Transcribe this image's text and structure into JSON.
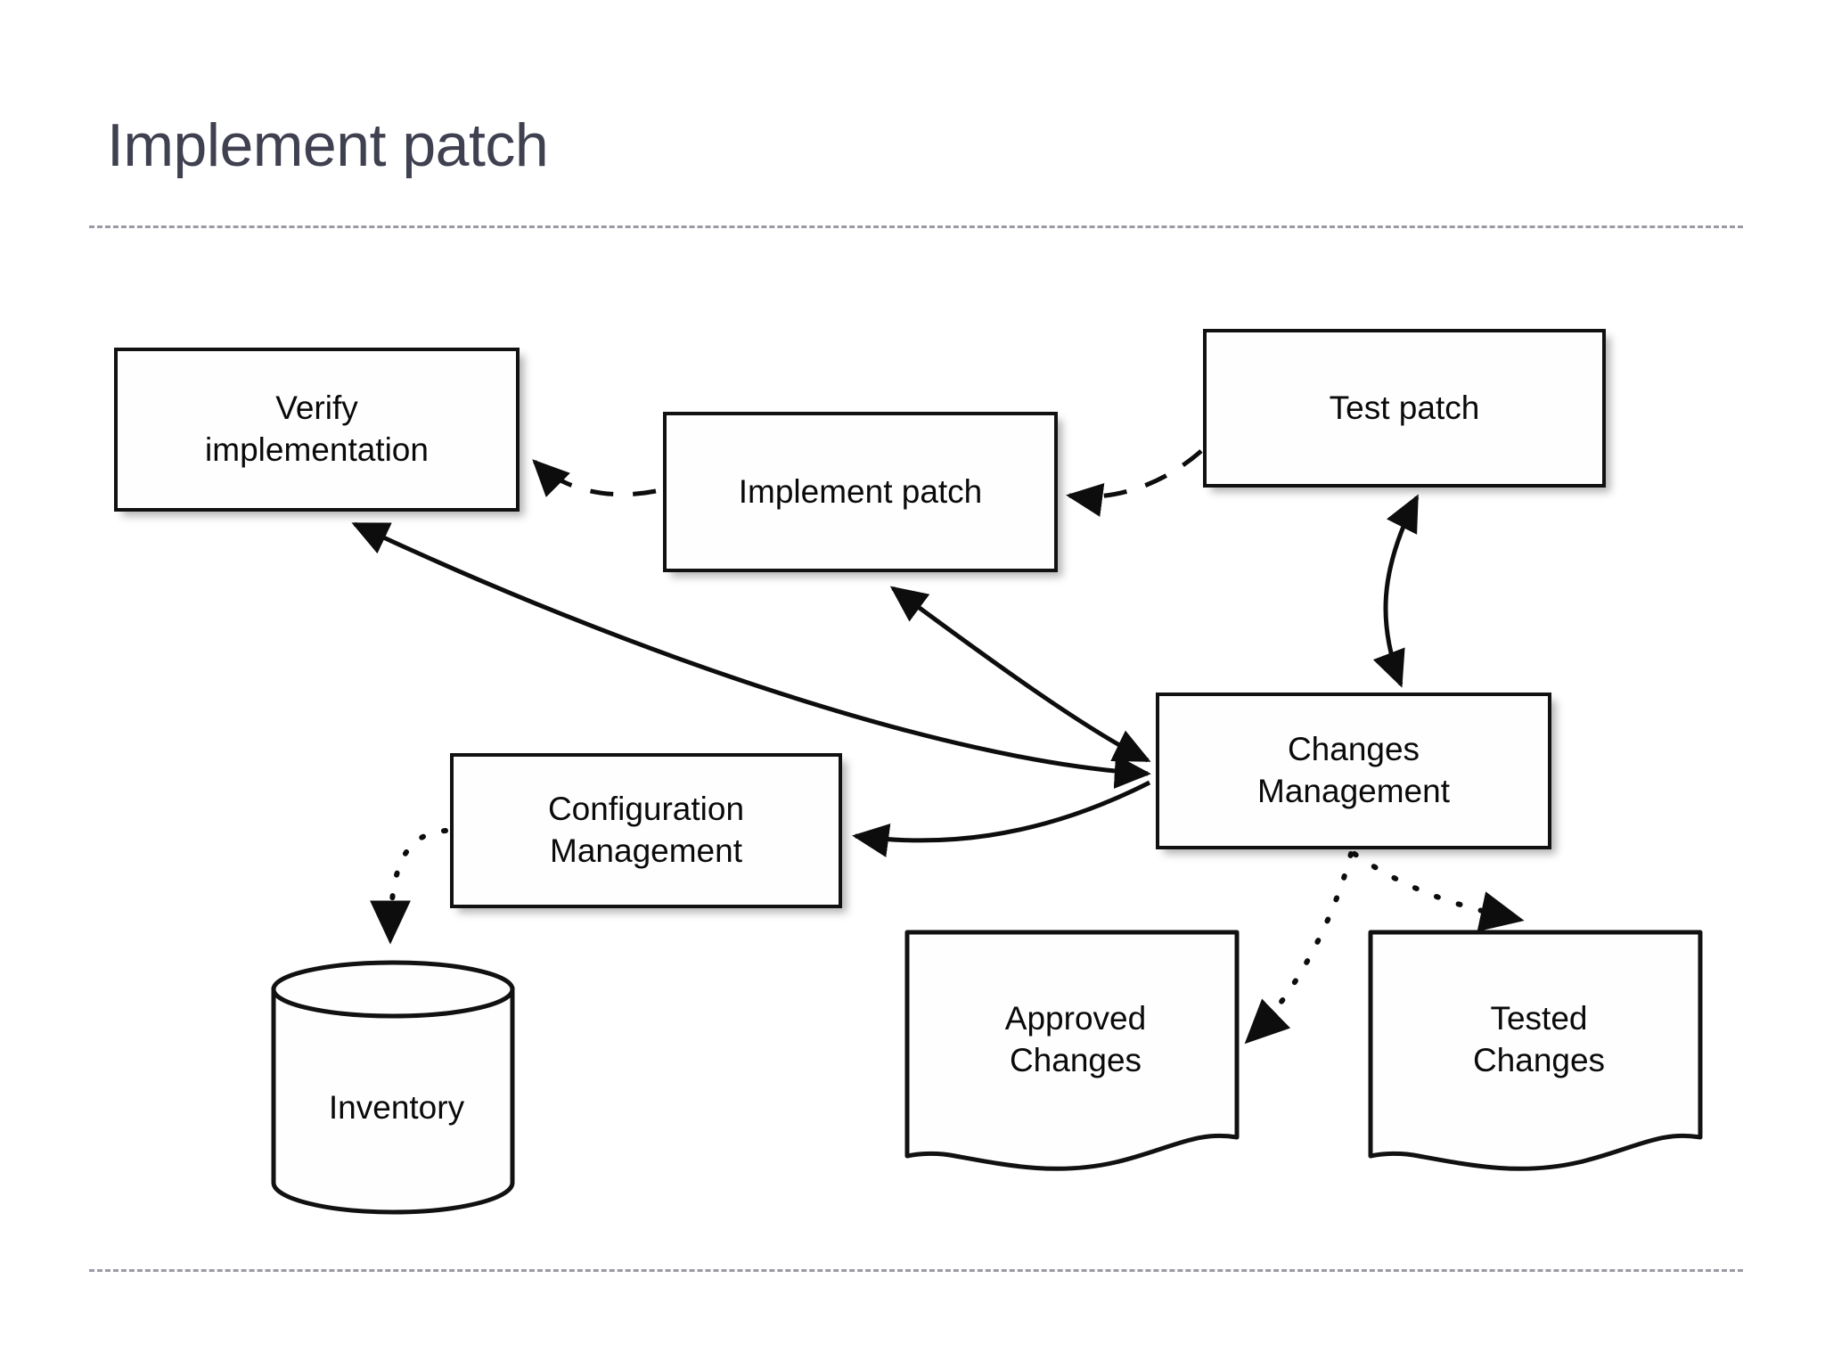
{
  "slide": {
    "title": "Implement patch",
    "title_color": "#3f4050",
    "background_color": "#ffffff",
    "rule_color": "#9a9aa4"
  },
  "diagram": {
    "type": "flowchart",
    "stroke_color": "#111111",
    "fill_color": "#fefefe",
    "nodes": [
      {
        "id": "verify",
        "shape": "process",
        "label": "Verify\nimplementation"
      },
      {
        "id": "implement",
        "shape": "process",
        "label": "Implement patch"
      },
      {
        "id": "test",
        "shape": "process",
        "label": "Test patch"
      },
      {
        "id": "changes_mgmt",
        "shape": "process",
        "label": "Changes\nManagement"
      },
      {
        "id": "config_mgmt",
        "shape": "process",
        "label": "Configuration\nManagement"
      },
      {
        "id": "inventory",
        "shape": "cylinder",
        "label": "Inventory"
      },
      {
        "id": "approved",
        "shape": "document",
        "label": "Approved\nChanges"
      },
      {
        "id": "tested",
        "shape": "document",
        "label": "Tested\nChanges"
      }
    ],
    "edges": [
      {
        "from": "test",
        "to": "implement",
        "style": "dashed",
        "arrows": "single"
      },
      {
        "from": "implement",
        "to": "verify",
        "style": "dashed",
        "arrows": "single"
      },
      {
        "from": "test",
        "to": "changes_mgmt",
        "style": "solid",
        "arrows": "double"
      },
      {
        "from": "implement",
        "to": "changes_mgmt",
        "style": "solid",
        "arrows": "double"
      },
      {
        "from": "verify",
        "to": "changes_mgmt",
        "style": "solid",
        "arrows": "double"
      },
      {
        "from": "changes_mgmt",
        "to": "config_mgmt",
        "style": "solid",
        "arrows": "single"
      },
      {
        "from": "config_mgmt",
        "to": "inventory",
        "style": "dotted",
        "arrows": "single"
      },
      {
        "from": "changes_mgmt",
        "to": "approved",
        "style": "dotted",
        "arrows": "single"
      },
      {
        "from": "changes_mgmt",
        "to": "tested",
        "style": "dotted",
        "arrows": "single"
      }
    ]
  }
}
